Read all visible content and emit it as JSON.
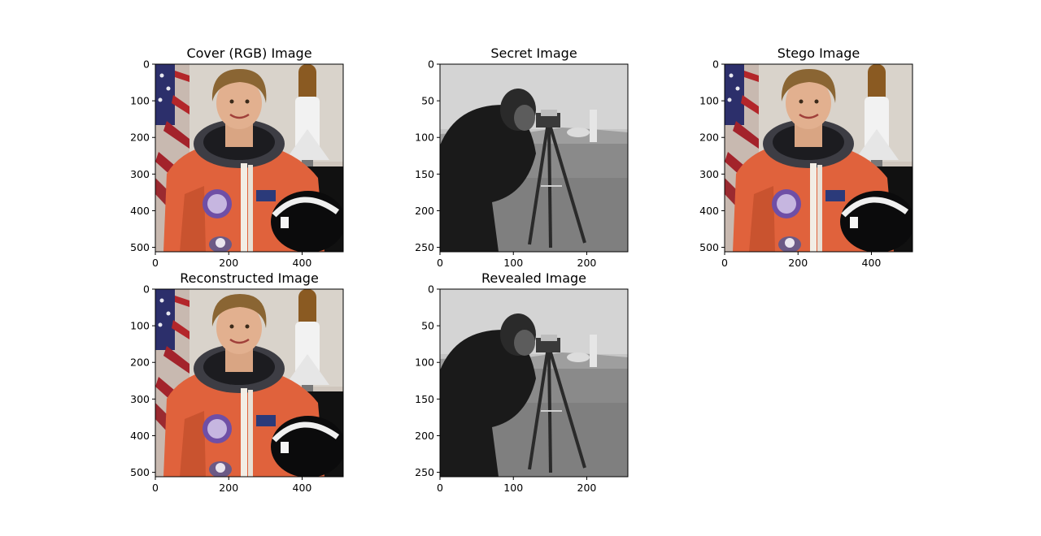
{
  "chart_data": [
    {
      "type": "image",
      "title": "Cover (RGB) Image",
      "image_content": "astronaut-portrait-color",
      "xlim": [
        0,
        512
      ],
      "ylim": [
        512,
        0
      ],
      "xticks": [
        0,
        200,
        400
      ],
      "yticks": [
        0,
        100,
        200,
        300,
        400,
        500
      ]
    },
    {
      "type": "image",
      "title": "Secret Image",
      "image_content": "cameraman-grayscale",
      "xlim": [
        0,
        256
      ],
      "ylim": [
        256,
        0
      ],
      "xticks": [
        0,
        100,
        200
      ],
      "yticks": [
        0,
        50,
        100,
        150,
        200,
        250
      ]
    },
    {
      "type": "image",
      "title": "Stego Image",
      "image_content": "astronaut-portrait-color",
      "xlim": [
        0,
        512
      ],
      "ylim": [
        512,
        0
      ],
      "xticks": [
        0,
        200,
        400
      ],
      "yticks": [
        0,
        100,
        200,
        300,
        400,
        500
      ]
    },
    {
      "type": "image",
      "title": "Reconstructed Image",
      "image_content": "astronaut-portrait-color",
      "xlim": [
        0,
        512
      ],
      "ylim": [
        512,
        0
      ],
      "xticks": [
        0,
        200,
        400
      ],
      "yticks": [
        0,
        100,
        200,
        300,
        400,
        500
      ]
    },
    {
      "type": "image",
      "title": "Revealed Image",
      "image_content": "cameraman-grayscale",
      "xlim": [
        0,
        256
      ],
      "ylim": [
        256,
        0
      ],
      "xticks": [
        0,
        100,
        200
      ],
      "yticks": [
        0,
        50,
        100,
        150,
        200,
        250
      ]
    }
  ]
}
